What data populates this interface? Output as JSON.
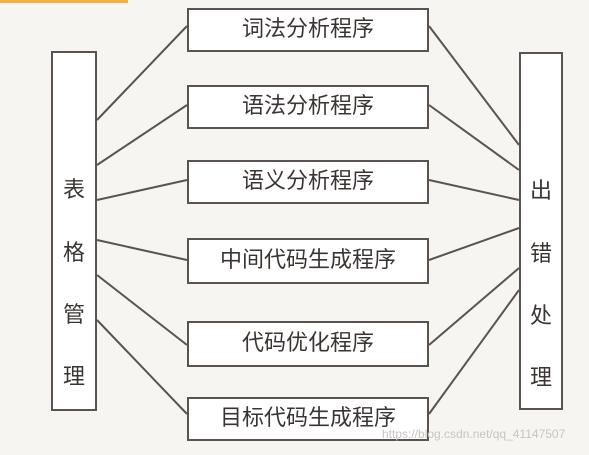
{
  "diagram": {
    "left_module": {
      "chars": [
        "表",
        "格",
        "管",
        "理"
      ]
    },
    "right_module": {
      "chars": [
        "出",
        "错",
        "处",
        "理"
      ]
    },
    "stages": [
      "词法分析程序",
      "语法分析程序",
      "语义分析程序",
      "中间代码生成程序",
      "代码优化程序",
      "目标代码生成程序"
    ],
    "colors": {
      "border": "#5b5350",
      "connector": "#5b5350",
      "text": "#3a3533",
      "background": "#f6f5f2",
      "accent": "#f1b04c"
    }
  },
  "watermark": "https://blog.csdn.net/qq_41147507"
}
